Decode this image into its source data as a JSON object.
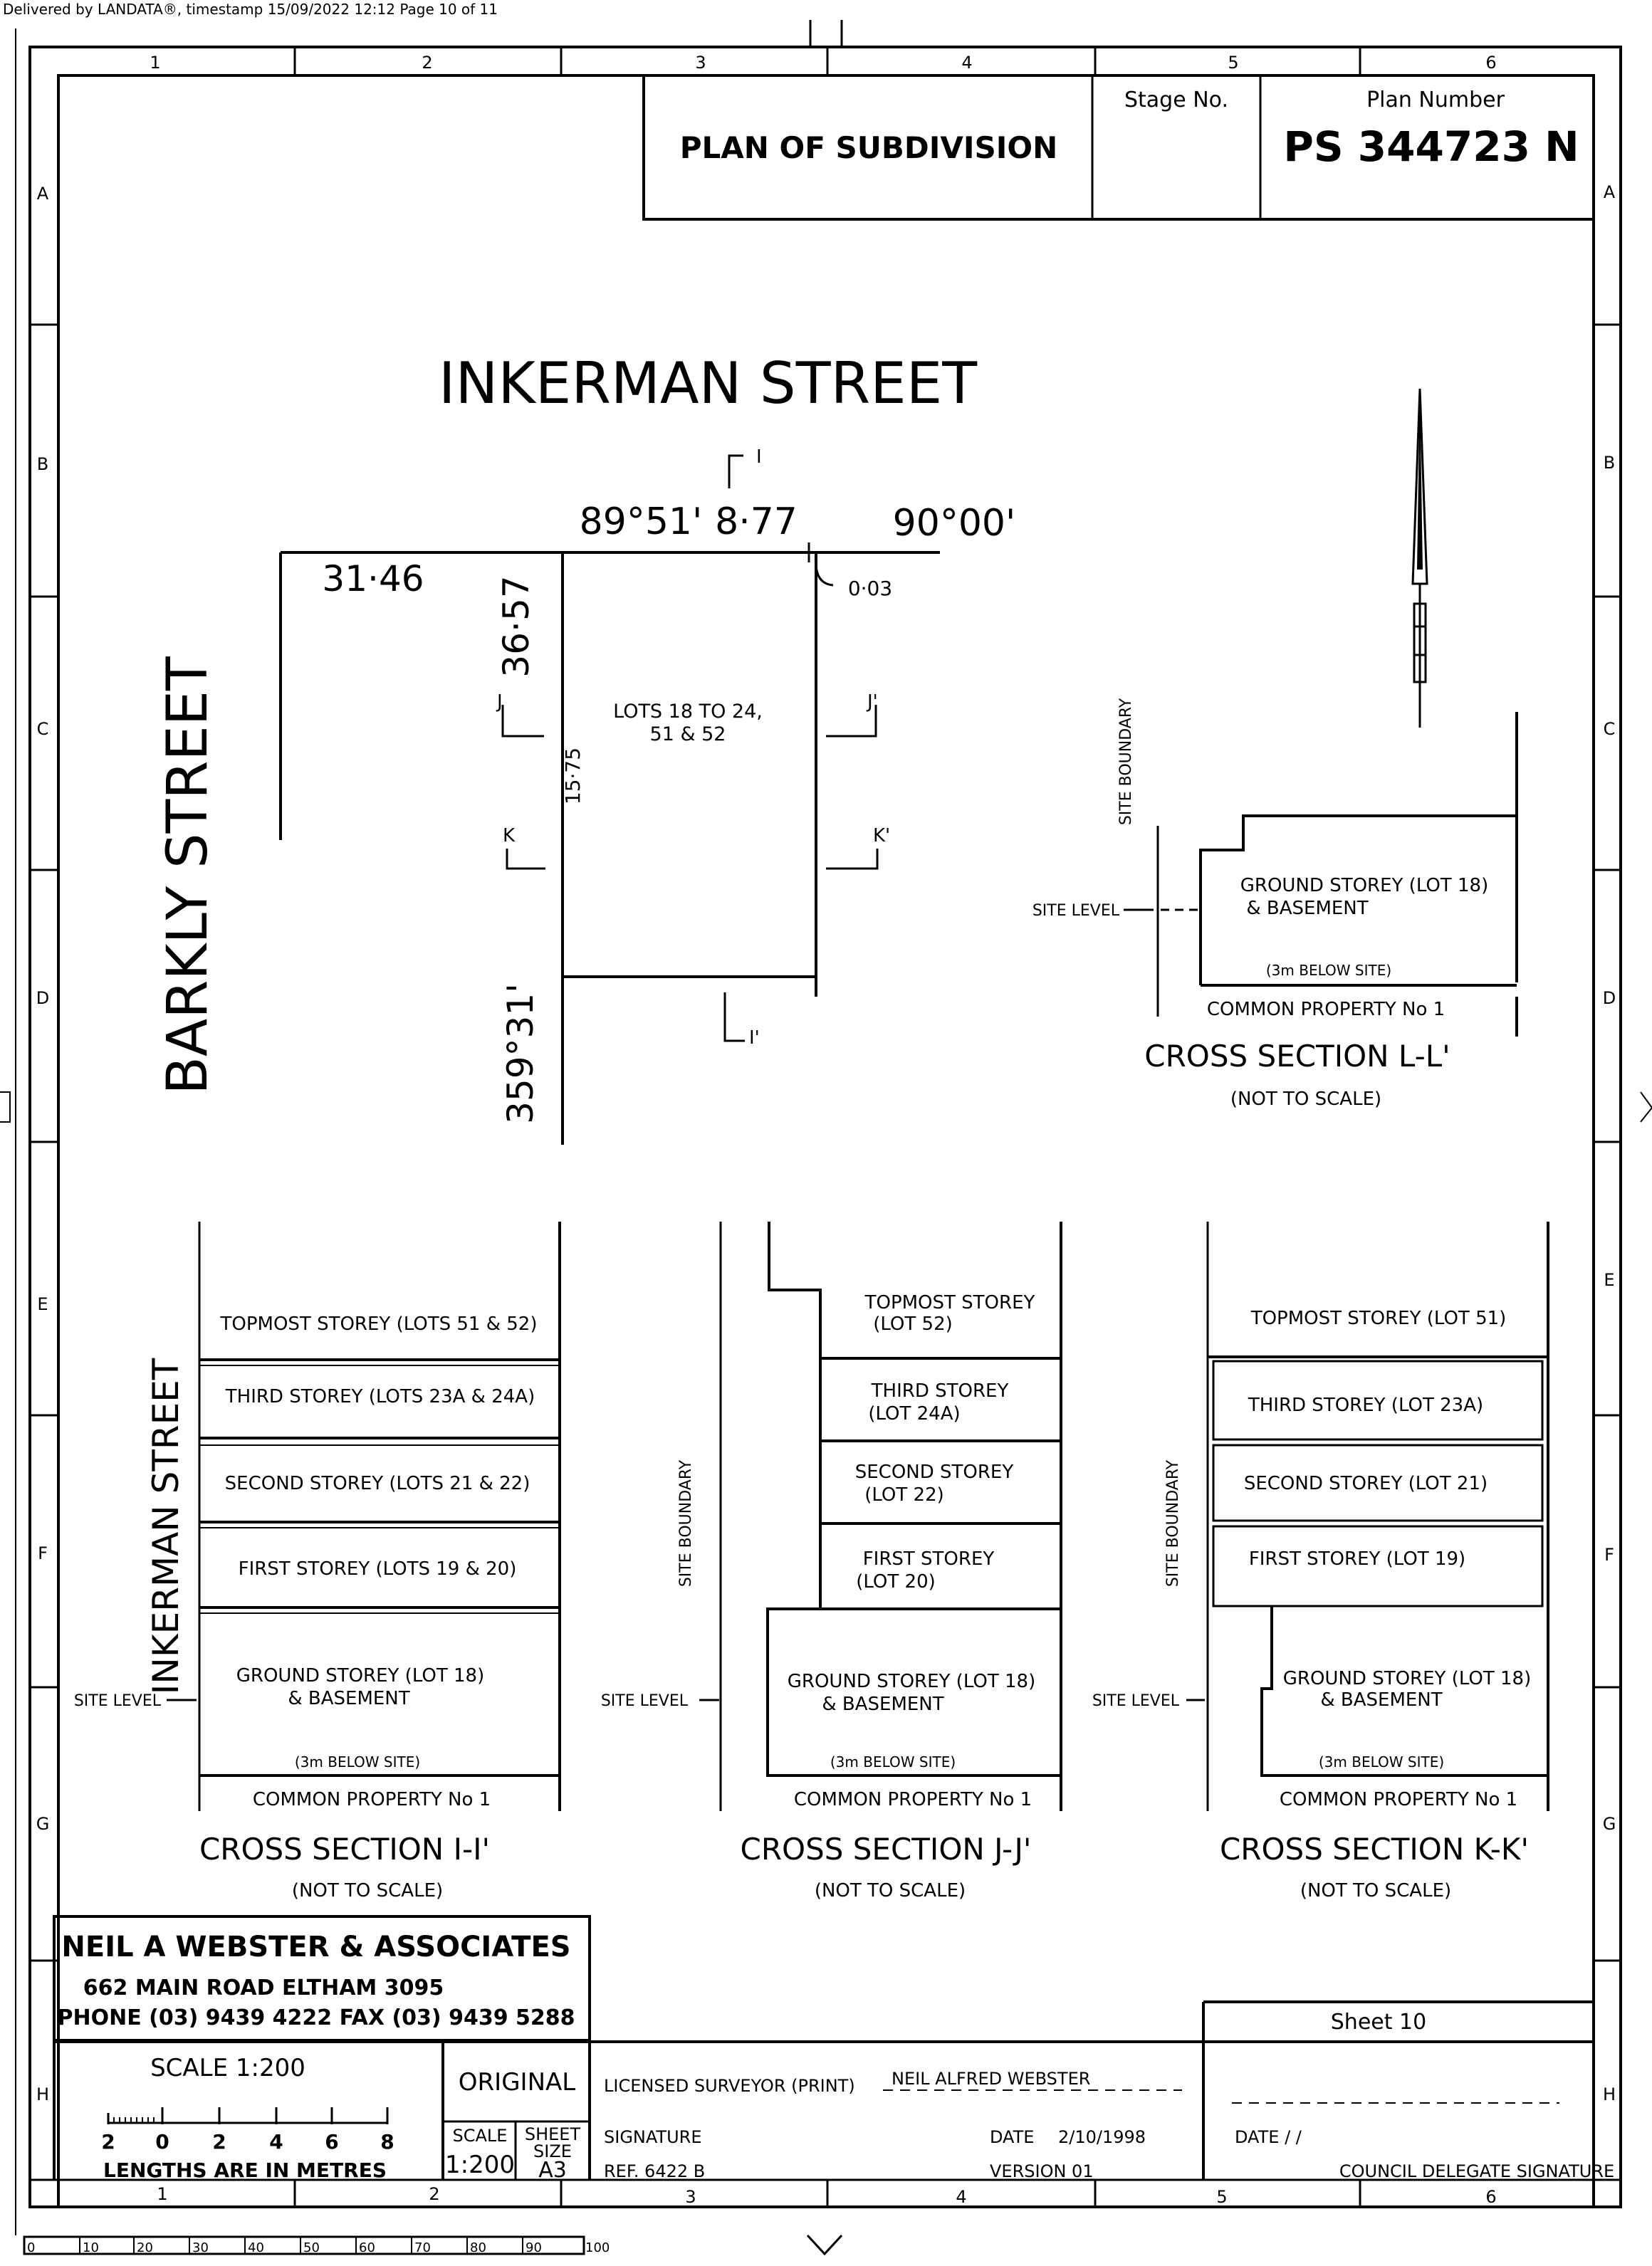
{
  "header": {
    "delivered": "Delivered by LANDATA®, timestamp 15/09/2022 12:12   Page 10 of 11"
  },
  "grid": {
    "columns": [
      "1",
      "2",
      "3",
      "4",
      "5",
      "6"
    ],
    "rows": [
      "A",
      "B",
      "C",
      "D",
      "E",
      "F",
      "G",
      "H"
    ]
  },
  "title_block": {
    "title": "PLAN OF SUBDIVISION",
    "stage_label": "Stage No.",
    "stage_value": "",
    "plan_number_label": "Plan Number",
    "plan_number": "PS 344723 N"
  },
  "plan": {
    "street_top": "INKERMAN    STREET",
    "street_left": "BARKLY    STREET",
    "section_i": "I",
    "section_i_end": "I'",
    "section_j": "J",
    "section_j_end": "J'",
    "section_k": "K",
    "section_k_end": "K'",
    "bearing_left": "89°51'",
    "dist_top": "8·77",
    "bearing_right": "90°00'",
    "dist_left": "31·46",
    "dist_vertical": "36·57",
    "offset": "0·03",
    "depth": "15·75",
    "lots_line1": "LOTS 18 TO 24,",
    "lots_line2": "51 & 52",
    "bearing_vertical": "359°31'"
  },
  "section_ll": {
    "site_boundary": "SITE    BOUNDARY",
    "site_level": "SITE LEVEL",
    "ground_line1": "GROUND STOREY (LOT 18)",
    "ground_line2": "& BASEMENT",
    "below": "(3m BELOW SITE)",
    "common": "COMMON PROPERTY No 1",
    "title": "CROSS SECTION L-L'",
    "subtitle": "(NOT TO SCALE)"
  },
  "section_ii": {
    "street": "INKERMAN STREET",
    "site_level": "SITE LEVEL",
    "topmost": "TOPMOST STOREY (LOTS 51 & 52)",
    "third": "THIRD STOREY    (LOTS 23A & 24A)",
    "second": "SECOND STOREY (LOTS 21 & 22)",
    "first": "FIRST STOREY (LOTS 19 & 20)",
    "ground_line1": "GROUND STOREY (LOT 18)",
    "ground_line2": "& BASEMENT",
    "below": "(3m BELOW SITE)",
    "common": "COMMON PROPERTY No 1",
    "title": "CROSS SECTION I-I'",
    "subtitle": "(NOT TO SCALE)"
  },
  "section_jj": {
    "site_boundary": "SITE    BOUNDARY",
    "site_level": "SITE LEVEL",
    "topmost_line1": "TOPMOST STOREY",
    "topmost_line2": "(LOT 52)",
    "third_line1": "THIRD STOREY",
    "third_line2": "(LOT 24A)",
    "second_line1": "SECOND STOREY",
    "second_line2": "(LOT 22)",
    "first_line1": "FIRST STOREY",
    "first_line2": "(LOT 20)",
    "ground_line1": "GROUND STOREY (LOT 18)",
    "ground_line2": "& BASEMENT",
    "below": "(3m BELOW SITE)",
    "common": "COMMON PROPERTY No 1",
    "title": "CROSS SECTION J-J'",
    "subtitle": "(NOT TO SCALE)"
  },
  "section_kk": {
    "site_boundary": "SITE    BOUNDARY",
    "site_level": "SITE LEVEL",
    "topmost": "TOPMOST STOREY (LOT 51)",
    "third": "THIRD STOREY (LOT 23A)",
    "second": "SECOND STOREY (LOT 21)",
    "first": "FIRST STOREY (LOT 19)",
    "ground_line1": "GROUND STOREY (LOT 18)",
    "ground_line2": "& BASEMENT",
    "below": "(3m BELOW SITE)",
    "common": "COMMON PROPERTY No 1",
    "title": "CROSS SECTION K-K'",
    "subtitle": "(NOT TO SCALE)"
  },
  "surveyor": {
    "firm": "NEIL A WEBSTER & ASSOCIATES",
    "address": "662 MAIN ROAD ELTHAM 3095",
    "phone": "PHONE (03) 9439 4222   FAX (03) 9439 5288"
  },
  "footer": {
    "sheet": "Sheet 10",
    "scale_title": "SCALE 1:200",
    "scale_ticks": [
      "2",
      "0",
      "2",
      "4",
      "6",
      "8"
    ],
    "lengths": "LENGTHS ARE IN METRES",
    "original": "ORIGINAL",
    "scale_label": "SCALE",
    "scale_value": "1:200",
    "sheet_size_label1": "SHEET",
    "sheet_size_label2": "SIZE",
    "sheet_size_value": "A3",
    "surveyor_label": "LICENSED SURVEYOR (PRINT)",
    "surveyor_name": "NEIL ALFRED WEBSTER",
    "signature_label": "SIGNATURE",
    "date_label": "DATE",
    "date_value": "2/10/1998",
    "ref": "REF. 6422 B",
    "version": "VERSION 01",
    "council_date": "DATE   /  /",
    "council_sig": "COUNCIL DELEGATE SIGNATURE"
  },
  "ruler": [
    "0",
    "10",
    "20",
    "30",
    "40",
    "50",
    "60",
    "70",
    "80",
    "90",
    "100"
  ]
}
